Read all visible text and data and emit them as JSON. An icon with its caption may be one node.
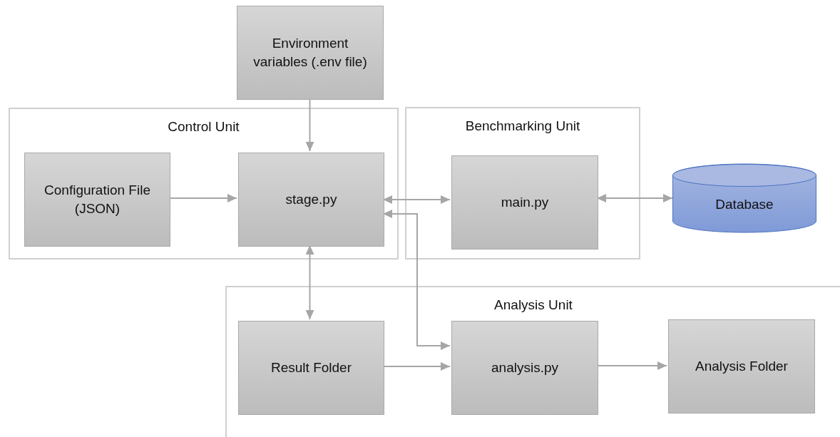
{
  "diagram": {
    "nodes": [
      {
        "text": [
          "Environment variables (.env file)"
        ]
      },
      {
        "text": [
          "Control Unit"
        ]
      },
      {
        "text": [
          "Configuration File (JSON)"
        ],
        "in": 1
      },
      {
        "text": [
          "stage.py"
        ],
        "in": 1
      },
      {
        "text": [
          "Benchmarking Unit"
        ]
      },
      {
        "text": [
          "main.py"
        ],
        "in": 4
      },
      {
        "text": [
          "Database"
        ]
      },
      {
        "text": [
          "Analysis Unit"
        ]
      },
      {
        "text": [
          "Result Folder"
        ],
        "in": 7
      },
      {
        "text": [
          "analysis.py"
        ],
        "in": 7
      },
      {
        "text": [
          "Analysis Folder"
        ],
        "in": 7
      }
    ],
    "edges": [
      {
        "from": 0,
        "to": 3,
        "arrow": "to"
      },
      {
        "from": 2,
        "to": 3,
        "arrow": "to"
      },
      {
        "from": 3,
        "to": 5,
        "arrow": "both"
      },
      {
        "from": 5,
        "to": 6,
        "arrow": "both"
      },
      {
        "from": 3,
        "to": 8,
        "arrow": "both"
      },
      {
        "from": 9,
        "to": 3,
        "arrow": "both"
      },
      {
        "from": 8,
        "to": 9,
        "arrow": "to"
      },
      {
        "from": 9,
        "to": 10,
        "arrow": "to"
      }
    ]
  }
}
